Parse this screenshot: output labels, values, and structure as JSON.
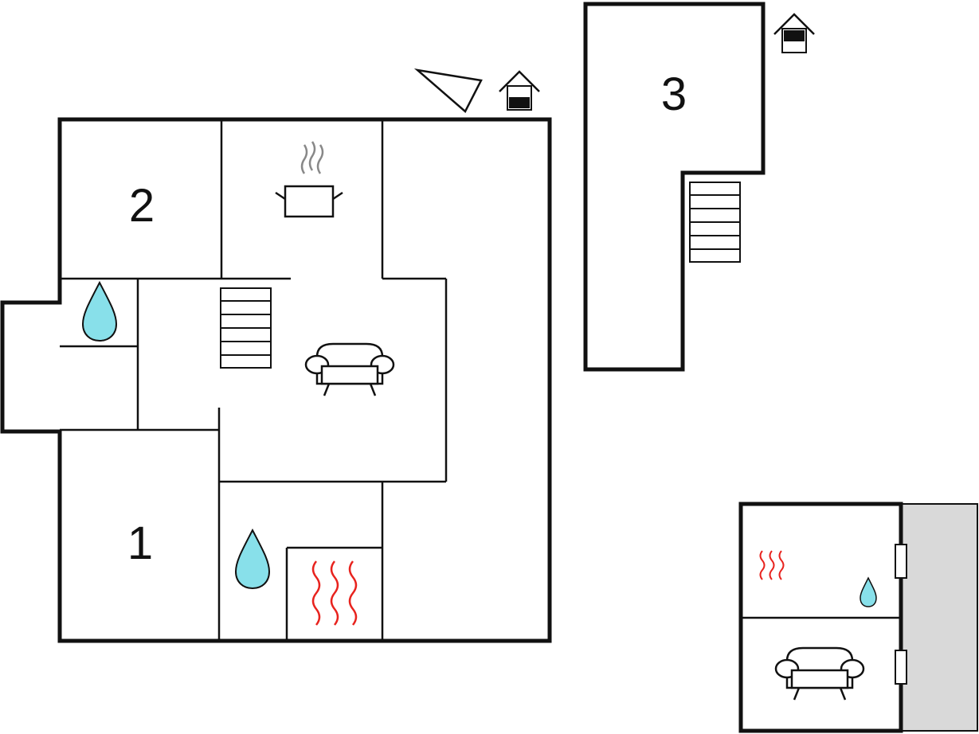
{
  "floor_plan": {
    "rooms": [
      {
        "id": "bedroom-2",
        "label": "2"
      },
      {
        "id": "bedroom-1",
        "label": "1"
      },
      {
        "id": "bedroom-3",
        "label": "3"
      }
    ],
    "icons": {
      "water_drop_color": "#88e0ea",
      "sauna_heat_color": "#e8231e",
      "annex_terrace_color": "#d9d9d9"
    }
  }
}
